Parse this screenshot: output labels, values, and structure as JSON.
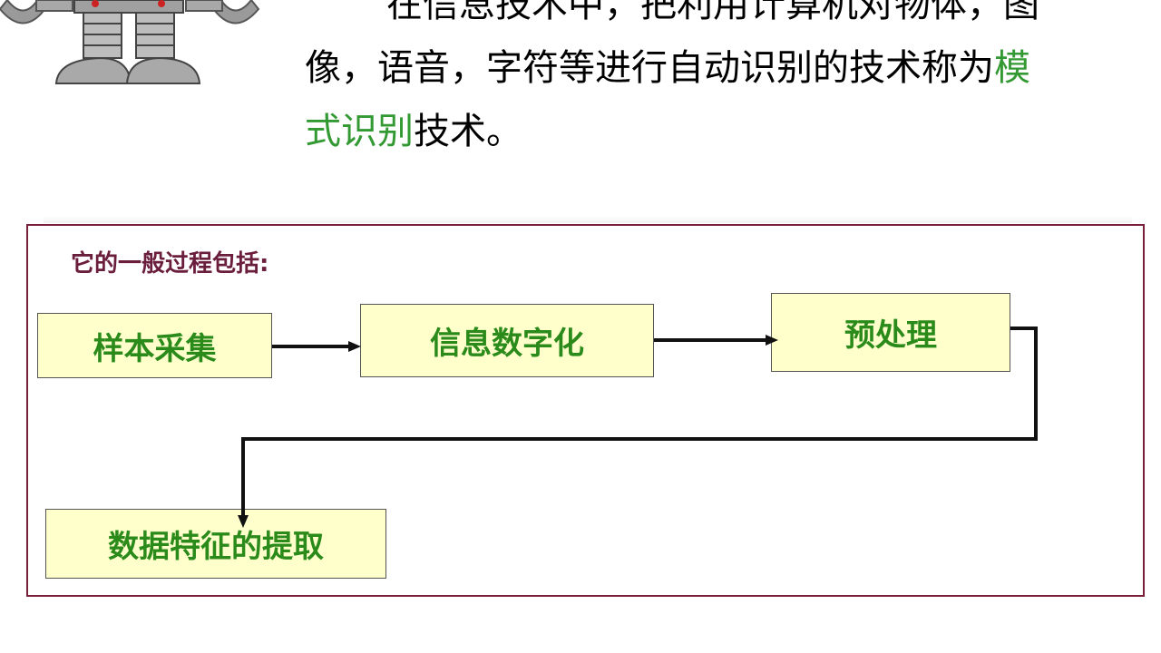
{
  "intro": {
    "line1": "在信息技术中，把利用计算机对物体，图",
    "line2": "像，语音，字符等进行自动识别的技术称为",
    "highlight": "模式识别",
    "tail": "技术。"
  },
  "process": {
    "heading": "它的一般过程包括:",
    "steps": [
      {
        "label": "样本采集"
      },
      {
        "label": "信息数字化"
      },
      {
        "label": "预处理"
      },
      {
        "label": "数据特征的提取"
      }
    ]
  },
  "colors": {
    "highlight": "#339933",
    "step_text": "#2a8a1a",
    "step_fill": "#ffffcc",
    "frame_border": "#7a1f3a",
    "heading": "#6b1d3c"
  }
}
